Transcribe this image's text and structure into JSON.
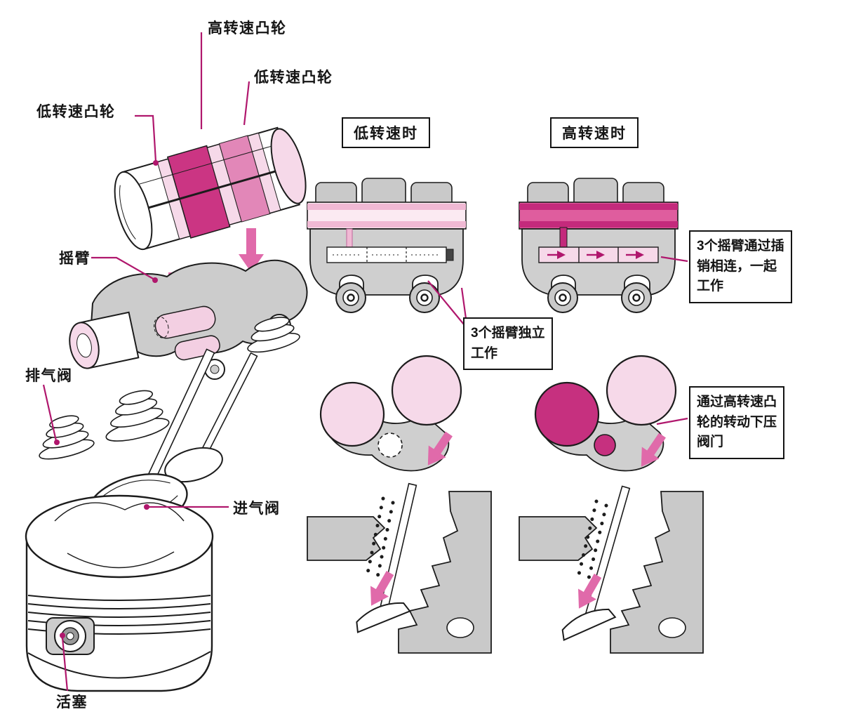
{
  "diagram": {
    "labels": {
      "high_speed_cam": "高转速凸轮",
      "low_speed_cam_right": "低转速凸轮",
      "low_speed_cam_left": "低转速凸轮",
      "rocker_arm": "摇臂",
      "exhaust_valve": "排气阀",
      "intake_valve": "进气阀",
      "piston": "活塞"
    },
    "headers": {
      "low_speed": "低转速时",
      "high_speed": "高转速时"
    },
    "callouts": {
      "independent": {
        "line1": "3个摇臂独立",
        "line2": "工作"
      },
      "connected": {
        "line1": "3个摇臂通过插",
        "line2": "销相连，一起",
        "line3": "工作"
      },
      "press": {
        "line1": "通过高转速凸",
        "line2": "轮的转动下压",
        "line3": "阀门"
      }
    },
    "colors": {
      "leader_line": "#b0176d",
      "arrow_pink": "#e06aaa",
      "cam_dark_pink": "#cb3583",
      "cam_mid_pink": "#e287b8",
      "cam_light_pink": "#f6d9e9",
      "metal_gray": "#c9c9c9",
      "outline_black": "#1c1c1c",
      "background": "#ffffff"
    }
  }
}
